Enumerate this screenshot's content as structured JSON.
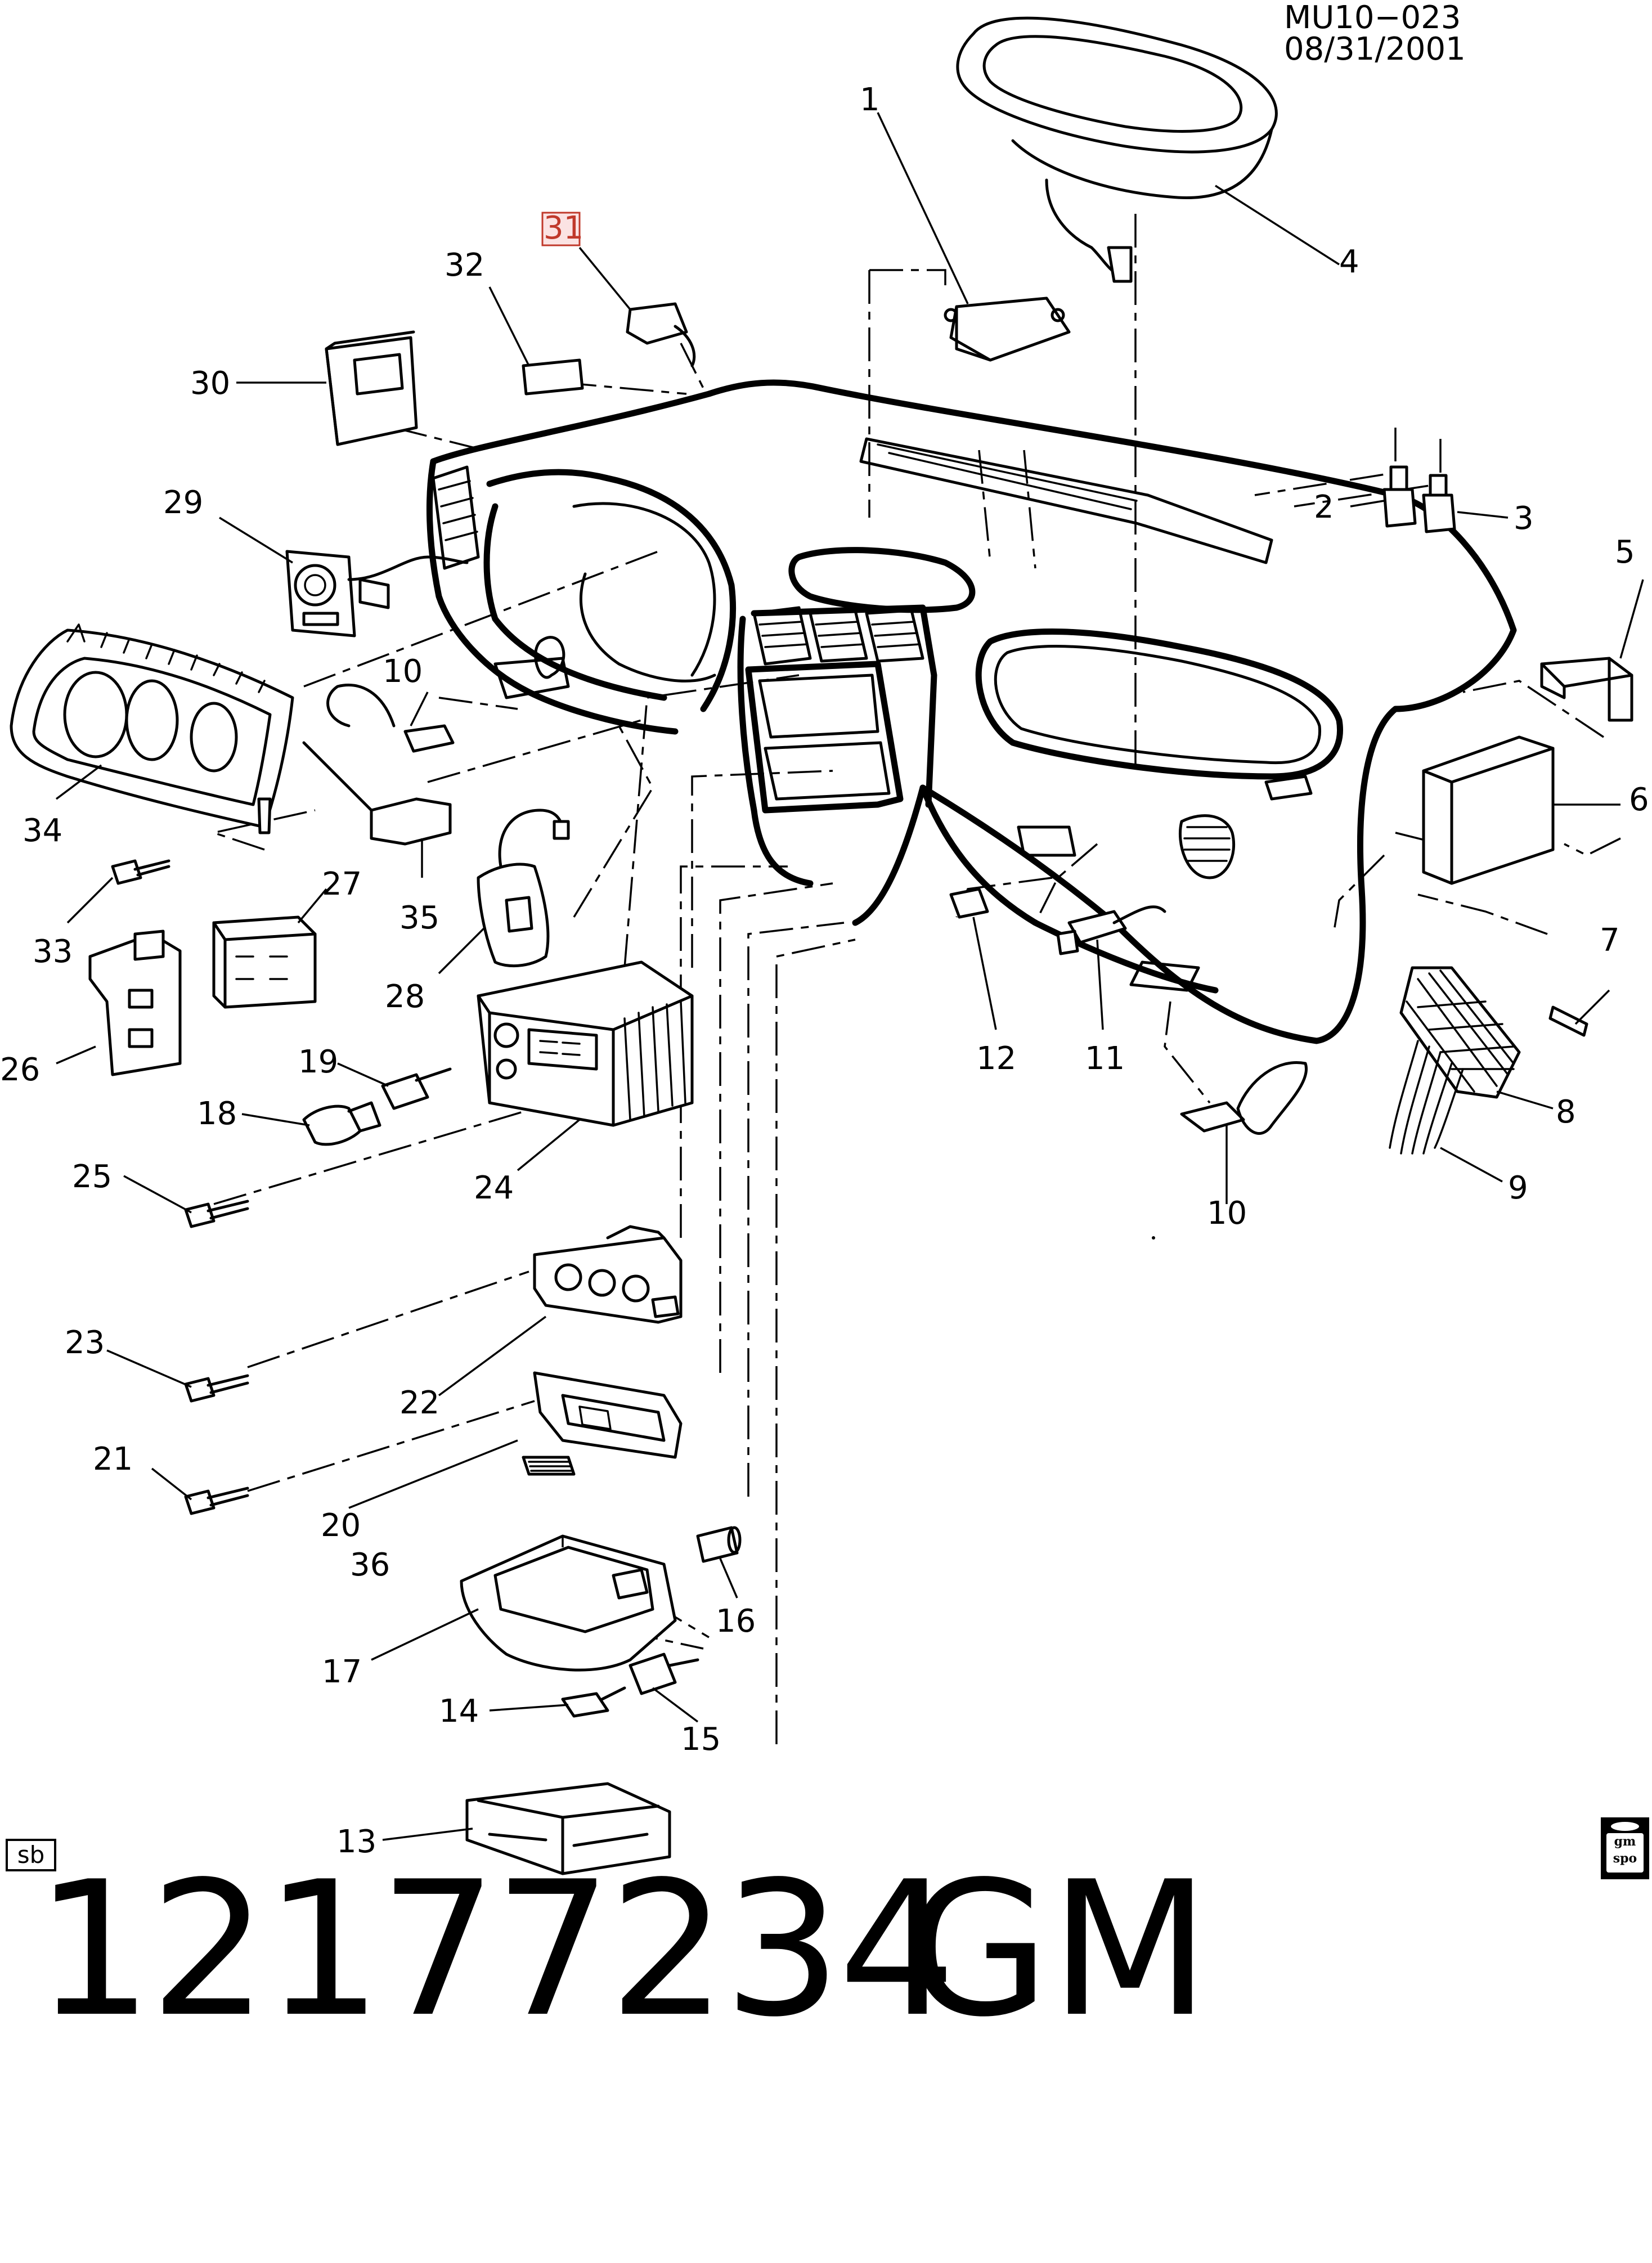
{
  "header": {
    "ref": "MU10−023  08/31/2001"
  },
  "callouts": [
    {
      "id": "1",
      "label": "1"
    },
    {
      "id": "2",
      "label": "2"
    },
    {
      "id": "3",
      "label": "3"
    },
    {
      "id": "4",
      "label": "4"
    },
    {
      "id": "5",
      "label": "5"
    },
    {
      "id": "6",
      "label": "6"
    },
    {
      "id": "7",
      "label": "7"
    },
    {
      "id": "8",
      "label": "8"
    },
    {
      "id": "9",
      "label": "9"
    },
    {
      "id": "10a",
      "label": "10"
    },
    {
      "id": "10b",
      "label": "10"
    },
    {
      "id": "11",
      "label": "11"
    },
    {
      "id": "12",
      "label": "12"
    },
    {
      "id": "13",
      "label": "13"
    },
    {
      "id": "14",
      "label": "14"
    },
    {
      "id": "15",
      "label": "15"
    },
    {
      "id": "16",
      "label": "16"
    },
    {
      "id": "17",
      "label": "17"
    },
    {
      "id": "18",
      "label": "18"
    },
    {
      "id": "19",
      "label": "19"
    },
    {
      "id": "20",
      "label": "20"
    },
    {
      "id": "21",
      "label": "21"
    },
    {
      "id": "22",
      "label": "22"
    },
    {
      "id": "23",
      "label": "23"
    },
    {
      "id": "24",
      "label": "24"
    },
    {
      "id": "25",
      "label": "25"
    },
    {
      "id": "26",
      "label": "26"
    },
    {
      "id": "27",
      "label": "27"
    },
    {
      "id": "28",
      "label": "28"
    },
    {
      "id": "29",
      "label": "29"
    },
    {
      "id": "30",
      "label": "30"
    },
    {
      "id": "31",
      "label": "31",
      "highlight_color": "#c0392b"
    },
    {
      "id": "32",
      "label": "32"
    },
    {
      "id": "33",
      "label": "33"
    },
    {
      "id": "34",
      "label": "34"
    },
    {
      "id": "35",
      "label": "35"
    },
    {
      "id": "36",
      "label": "36"
    }
  ],
  "badge": {
    "sb": "sb"
  },
  "logo": {
    "text": "gm spo"
  },
  "footer": {
    "part_number": "12177234",
    "brand": "GM"
  }
}
